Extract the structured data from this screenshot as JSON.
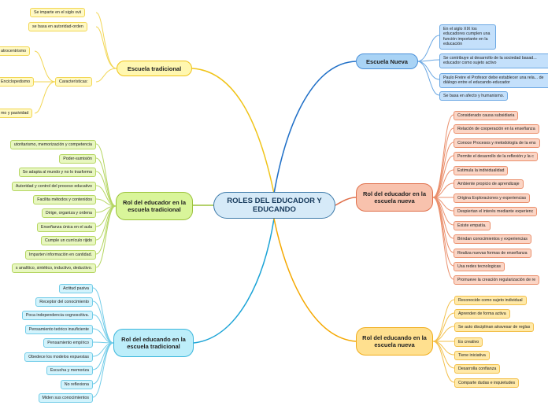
{
  "center": "ROLES DEL EDUCADOR Y EDUCANDO",
  "branches": {
    "tradicional": {
      "label": "Escuela tradicional",
      "items": [
        "Se imparte en el siglo  xvii",
        "se basa en autoridad-orden"
      ],
      "sub_label": "Características:",
      "sub_items": [
        "atrocentrismo",
        "Enciclopedismo",
        "mo y pasividad"
      ]
    },
    "nueva": {
      "label": "Escuela Nueva",
      "items": [
        "En el siglo XIX los educadores cumplen una función importante en la educación",
        "Se contribuye al desarrollo de la sociedad basad... educador como sujeto activo",
        "Paulo Freire el Profesor debe establecer una rela... de diálogo entre el educando-educador",
        "Se basa en afecto y humanismo."
      ]
    },
    "educador_tradicional": {
      "label": "Rol del educador en la escuela tradicional",
      "items": [
        "utoritarismo, memorización y competencia",
        "Poder-sumisión",
        "Se adapta al mundo y no lo trasforma",
        "Autoridad y control del proceso educativo",
        "Facilita métodos y contenidos",
        "Dirige, organiza y ordena",
        "Enseñanza única en el aula",
        "Cumple un currículo rijido",
        "Imparten información en cantidad.",
        "s analítico, sintético, inductivo, deductivo."
      ]
    },
    "educador_nueva": {
      "label": "Rol del educador en la escuela nueva",
      "items": [
        "Considerado causa subsidiaria",
        "Relación de cooperación en la enseñanza",
        "Conoce Procesos y metodología de la ens",
        "Permite el desarrollo de la reflexión y la c",
        "Estimula la individualidad",
        "Ambiente propicio de aprendizaje",
        "Origina Exploraciones y experiencias",
        "Despiertan el interés mediante experienc",
        "Existe empatía.",
        "Brindan conocimientos y experiencias",
        "Realiza nuevas formas de enseñanza",
        "Usa redes tecnologicas",
        "Promueve la creación regularización de re"
      ]
    },
    "educando_tradicional": {
      "label": "Rol del educando en la escuela tradicional",
      "items": [
        "Actitud pasiva",
        "Receptor del conocimiento",
        "Poca independencia cognoscitiva.",
        "Pensamiento teórico insuficiente",
        "Pensamiento empírico",
        "Obedece los modelos expuestas",
        "Escucha y memoriza",
        "No reflexiona",
        "Miden sus conocimientos"
      ]
    },
    "educando_nueva": {
      "label": "Rol del educando en la escuela nueva",
      "items": [
        "Reconocido como sujeto individual",
        "Aprenden de forma activa",
        "Se auto disciplinan atravesar de reglas",
        "Es creativo",
        "Tiene iniciativa",
        "Desarrolla confianza",
        "Comparte dudas e inquietudes"
      ]
    }
  },
  "colors": {
    "tradicional": "#f0c419",
    "nueva": "#1f6fc7",
    "educador_tradicional": "#9bc23c",
    "educador_nueva": "#e0704b",
    "educando_tradicional": "#1aa3d6",
    "educando_nueva": "#f5a800"
  }
}
